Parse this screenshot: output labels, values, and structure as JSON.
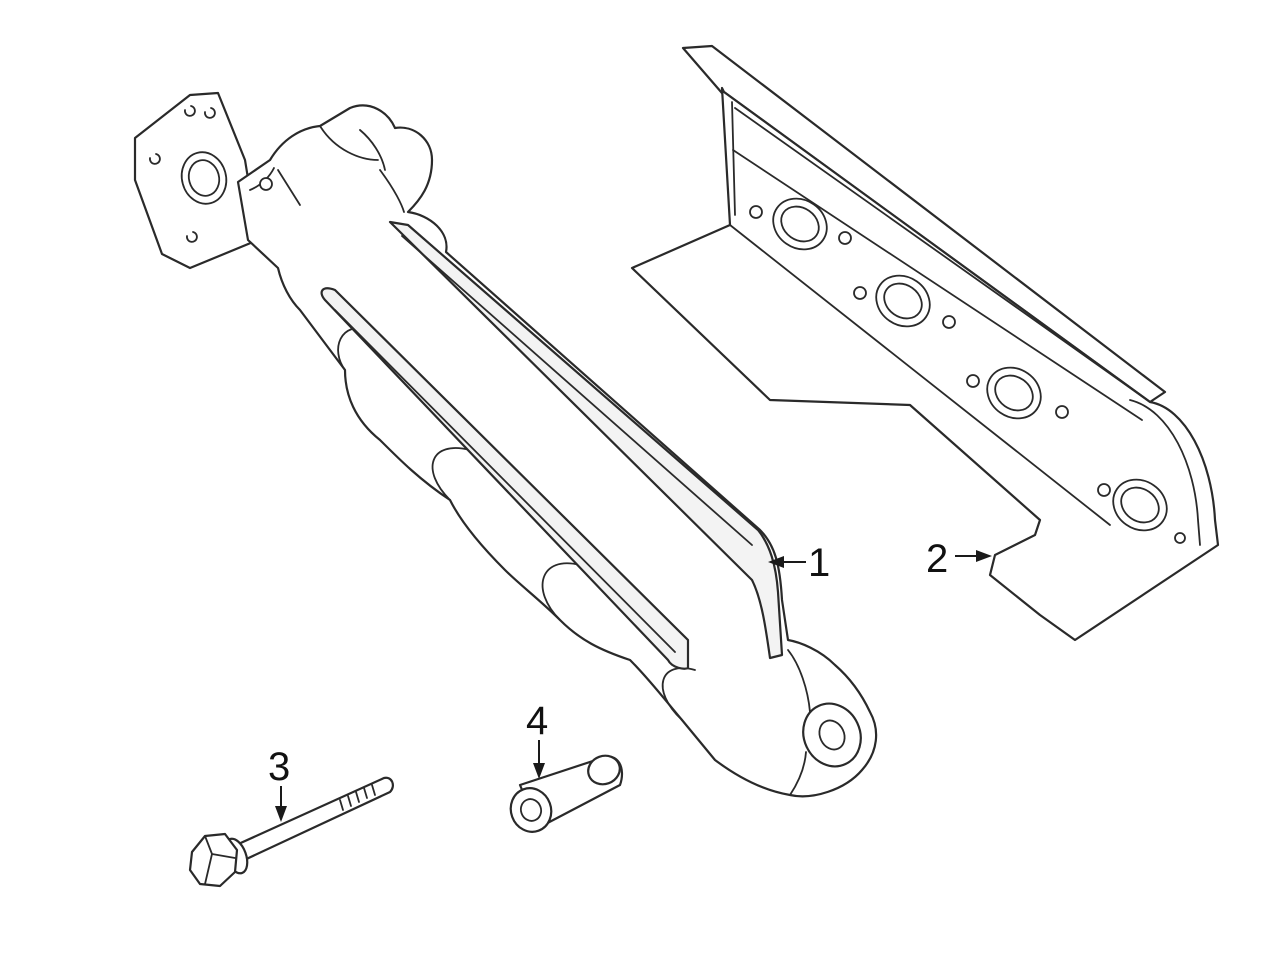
{
  "callouts": {
    "c1": "1",
    "c2": "2",
    "c3": "3",
    "c4": "4"
  },
  "colors": {
    "line": "#2a2a2a",
    "background": "#ffffff"
  }
}
